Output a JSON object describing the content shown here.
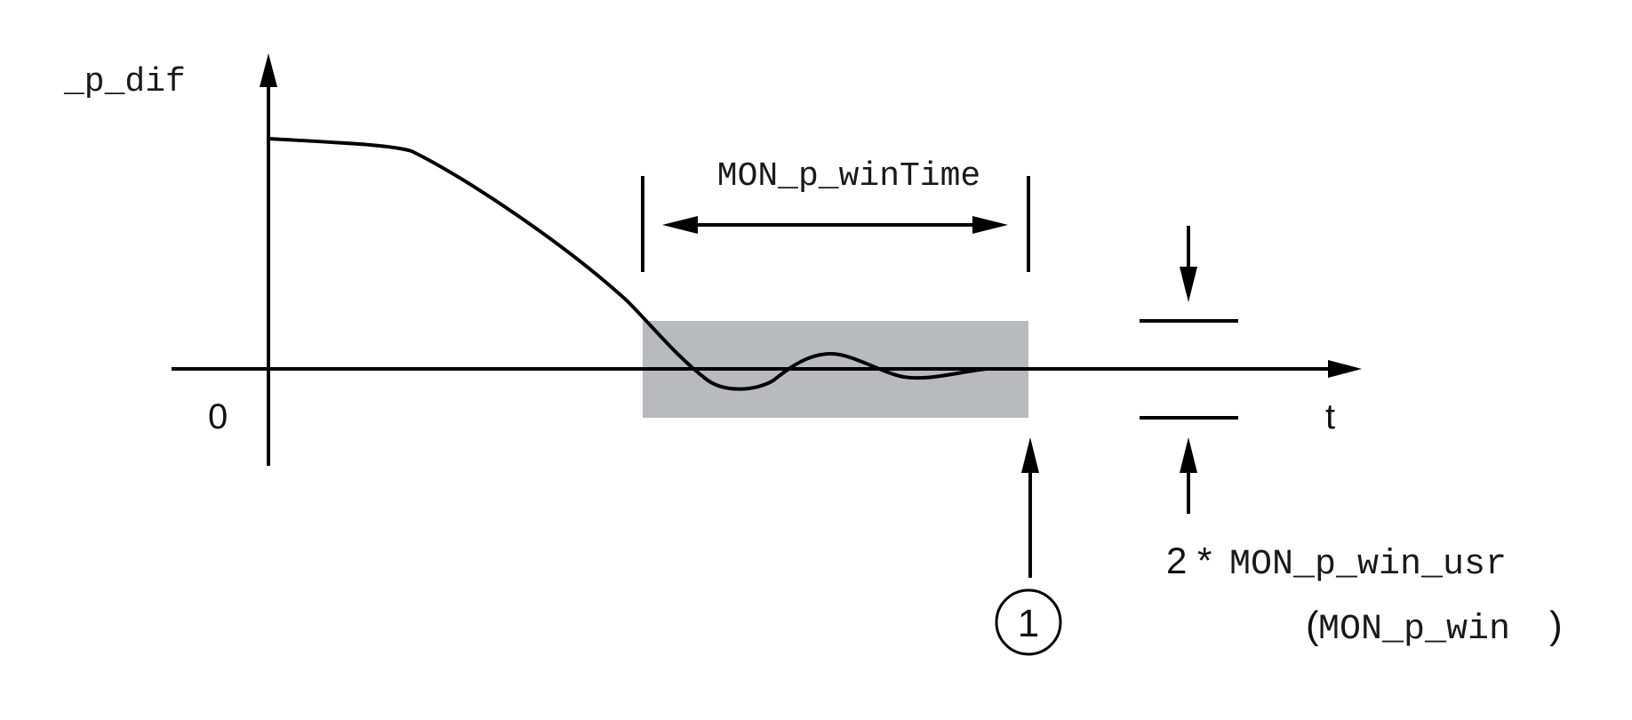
{
  "labels": {
    "y_axis": "_p_dif",
    "origin": "0",
    "x_axis": "t",
    "window_time": "MON_p_winTime",
    "callout_number": "1",
    "window_factor": "2 *",
    "window_param": "MON_p_win_usr",
    "window_alt_open": "(",
    "window_alt_param": "MON_p_win",
    "window_alt_close": ")"
  },
  "colors": {
    "window_band": "#b9babe",
    "stroke": "#000000"
  }
}
